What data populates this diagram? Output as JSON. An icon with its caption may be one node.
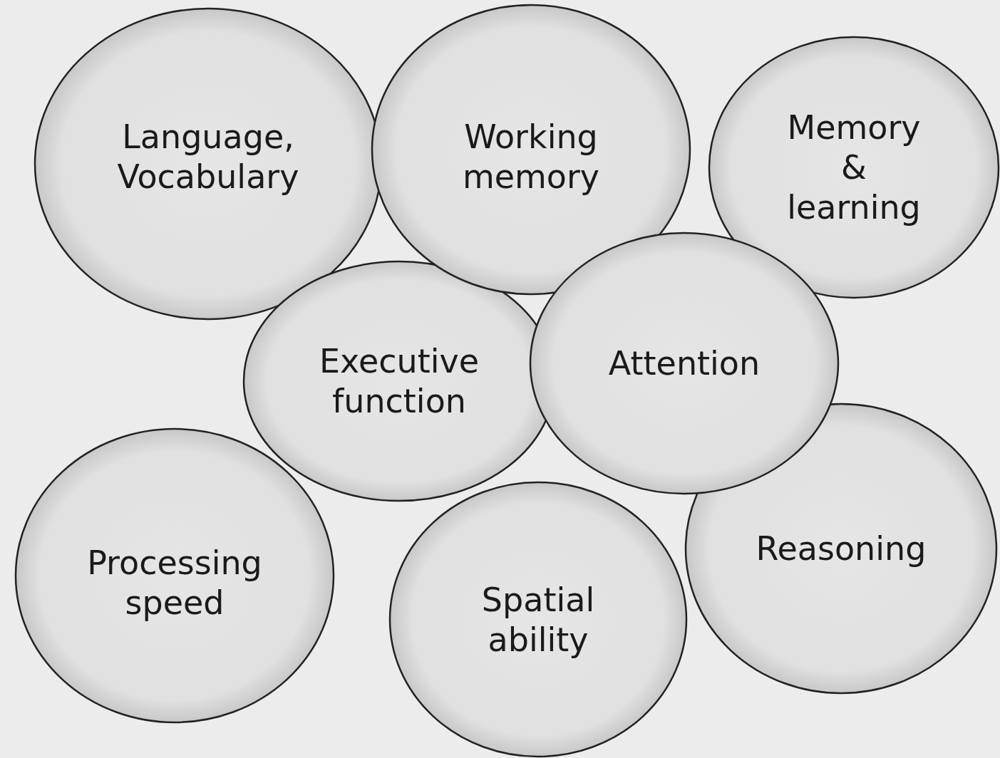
{
  "diagram": {
    "nodes": [
      {
        "text": [
          "Language, Vocabulary"
        ]
      },
      {
        "text": [
          "Working memory"
        ]
      },
      {
        "text": [
          "Memory & learning"
        ]
      },
      {
        "text": [
          "Executive function"
        ]
      },
      {
        "text": [
          "Attention"
        ]
      },
      {
        "text": [
          "Processing speed"
        ]
      },
      {
        "text": [
          "Spatial ability"
        ]
      },
      {
        "text": [
          "Reasoning"
        ]
      }
    ]
  }
}
